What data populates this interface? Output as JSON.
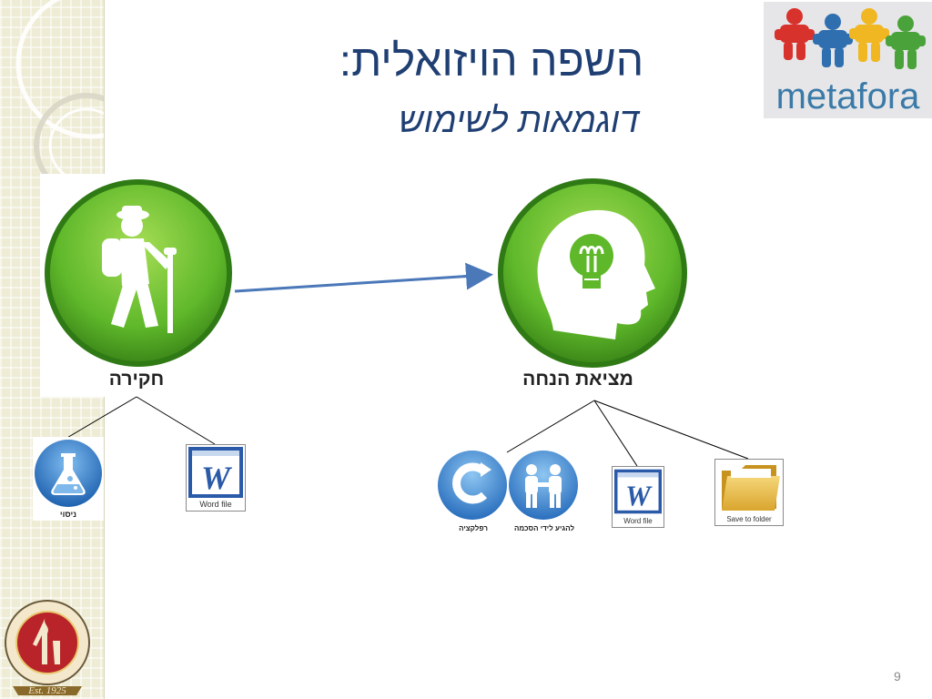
{
  "slide": {
    "title": "השפה הויזואלית:",
    "subtitle": "דוגמאות לשימוש",
    "page_number": "9"
  },
  "logo": {
    "text": "metafora",
    "icon": "puzzle-people-icon"
  },
  "seal": {
    "icon": "hebrew-university-seal-icon",
    "text": "Est. 1925"
  },
  "nodes": {
    "inquiry": {
      "label": "חקירה",
      "icon": "hiker-icon"
    },
    "hypothesis": {
      "label": "מציאת הנחה",
      "icon": "lightbulb-head-icon"
    }
  },
  "tools": {
    "experiment": {
      "label": "ניסוי",
      "icon": "flask-icon"
    },
    "word_left": {
      "label": "Word file",
      "icon": "word-icon"
    },
    "reflection": {
      "label": "רפלקציה",
      "icon": "reflection-icon"
    },
    "agreement": {
      "label": "להגיע לידי הסכמה",
      "icon": "handshake-icon"
    },
    "word_right": {
      "label": "Word file",
      "icon": "word-icon"
    },
    "save_folder": {
      "label": "Save to folder",
      "icon": "folder-icon"
    }
  },
  "colors": {
    "title": "#1f3f73",
    "green": "#5fb82a",
    "blue_arrow": "#4a78b8",
    "sidebar": "#eeecd4"
  }
}
